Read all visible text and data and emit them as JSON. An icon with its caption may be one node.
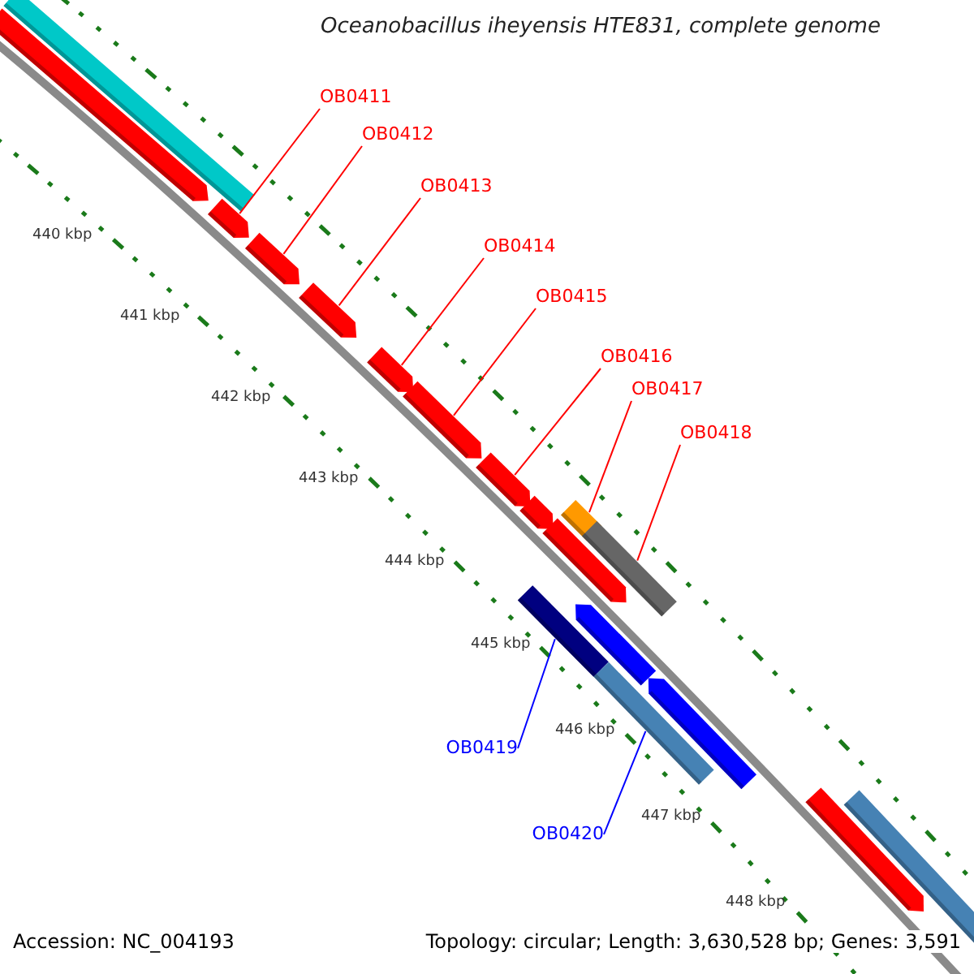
{
  "diagram": {
    "title": "Oceanobacillus iheyensis HTE831, complete genome",
    "nodes": [
      {
        "text": [
          "OB0411"
        ]
      },
      {
        "text": [
          "OB0412"
        ]
      },
      {
        "text": [
          "OB0413"
        ]
      },
      {
        "text": [
          "OB0414"
        ]
      },
      {
        "text": [
          "OB0415"
        ]
      },
      {
        "text": [
          "OB0416"
        ]
      },
      {
        "text": [
          "OB0417"
        ]
      },
      {
        "text": [
          "OB0418"
        ]
      },
      {
        "text": [
          "OB0419"
        ]
      },
      {
        "text": [
          "OB0420"
        ]
      },
      {
        "text": [],
        "shape": "bar"
      },
      {
        "text": [],
        "shape": "bar"
      },
      {
        "text": [],
        "shape": "bar"
      },
      {
        "text": [],
        "shape": "bar"
      },
      {
        "text": [],
        "shape": "bar"
      },
      {
        "text": [],
        "shape": "bar"
      },
      {
        "text": [],
        "shape": "bar"
      },
      {
        "text": [],
        "shape": "bar"
      },
      {
        "text": [],
        "shape": "bar"
      },
      {
        "text": [],
        "shape": "bar"
      }
    ],
    "edges": [
      {
        "from": 0,
        "to": 10,
        "arrow": "none"
      },
      {
        "from": 1,
        "to": 11,
        "arrow": "none"
      },
      {
        "from": 2,
        "to": 12,
        "arrow": "none"
      },
      {
        "from": 3,
        "to": 13,
        "arrow": "none"
      },
      {
        "from": 4,
        "to": 14,
        "arrow": "none"
      },
      {
        "from": 5,
        "to": 15,
        "arrow": "none"
      },
      {
        "from": 6,
        "to": 16,
        "arrow": "none"
      },
      {
        "from": 7,
        "to": 17,
        "arrow": "none"
      },
      {
        "from": 8,
        "to": 18,
        "arrow": "none",
        "color": "#0000ff"
      },
      {
        "from": 9,
        "to": 19,
        "arrow": "none",
        "color": "#0000ff"
      }
    ],
    "labels": [
      "440 kbp",
      "441 kbp",
      "442 kbp",
      "443 kbp",
      "444 kbp",
      "445 kbp",
      "446 kbp",
      "447 kbp",
      "448 kbp",
      "Accession: NC_004193",
      "Topology: circular; Length: 3,630,528 bp; Genes: 3,591"
    ]
  }
}
